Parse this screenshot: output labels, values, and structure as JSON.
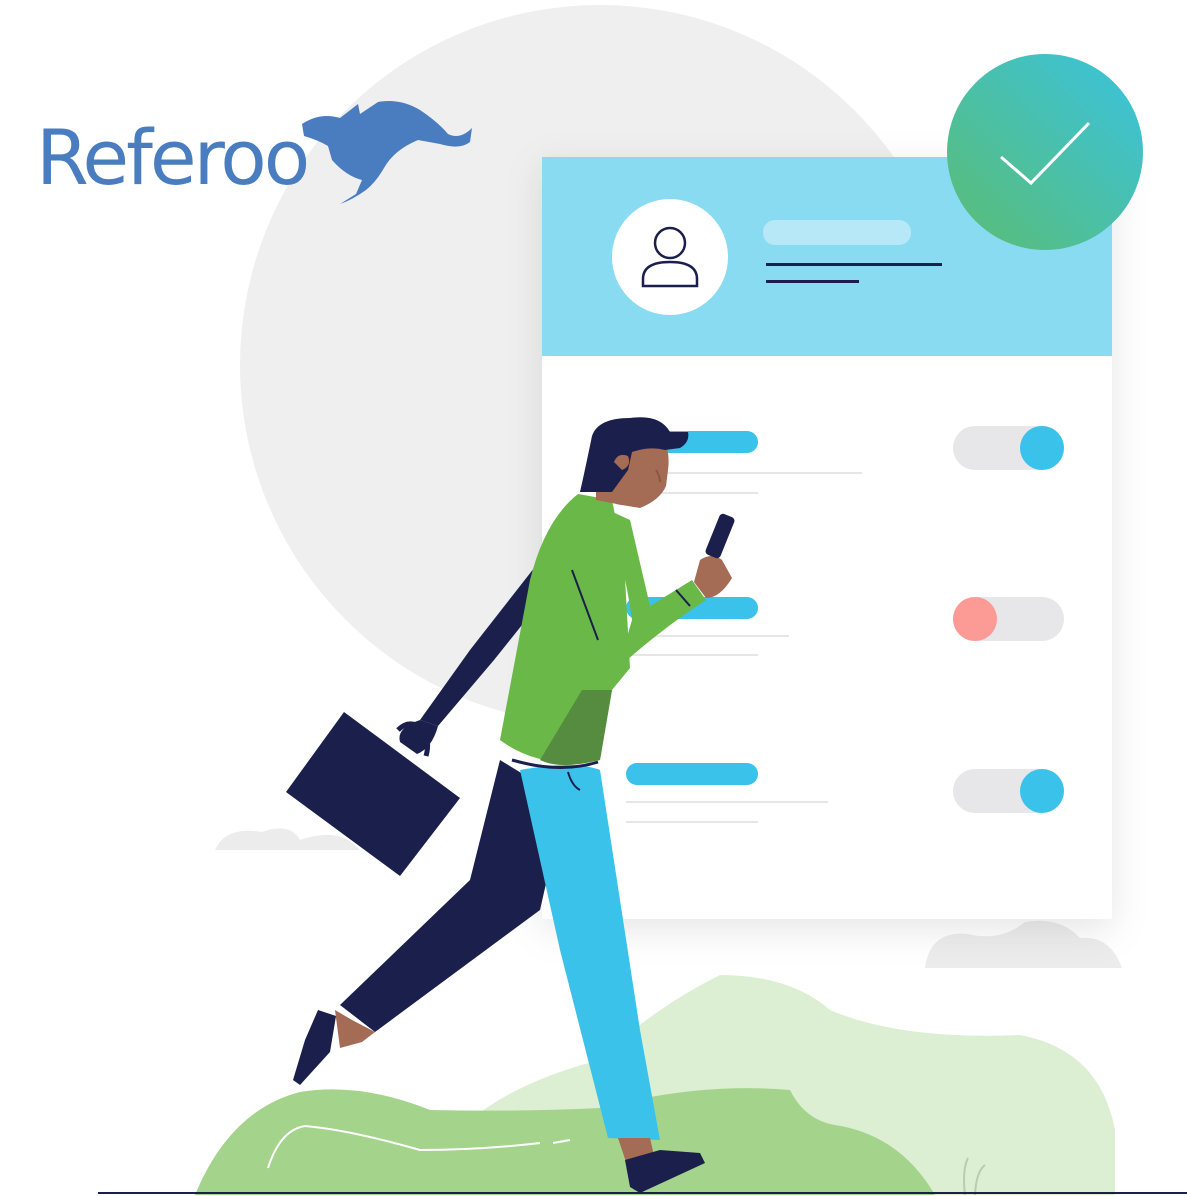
{
  "brand": {
    "name": "Referoo",
    "logo_icon": "kangaroo-icon",
    "color": "#4a7dc0"
  },
  "colors": {
    "card_header": "#89dbf2",
    "toggle_on": "#3ac2ea",
    "toggle_off": "#fc9a95",
    "check_gradient_start": "#5bbd72",
    "check_gradient_end": "#3ac3e0",
    "shirt": "#6ab847",
    "pants": "#3ac2ea",
    "dark": "#1b1f4b",
    "skin": "#a46b55",
    "grass": "#a4d48b"
  },
  "profile_card": {
    "avatar_icon": "user-icon",
    "status_icon": "checkmark-icon",
    "settings": [
      {
        "toggle_state": "on"
      },
      {
        "toggle_state": "off"
      },
      {
        "toggle_state": "on"
      }
    ]
  }
}
